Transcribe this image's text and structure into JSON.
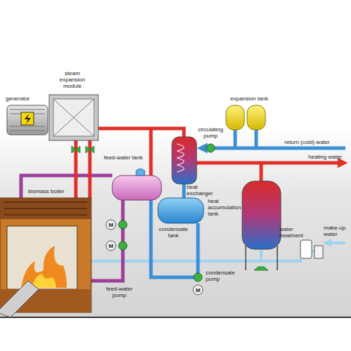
{
  "diagram": {
    "labels": [
      "generator",
      "steam expansion module",
      "expansion tank",
      "circulating pump",
      "return (cold) water",
      "heat exchanger",
      "heating water",
      "feed-water tank",
      "biomass boiler",
      "heat accumulation tank",
      "condensate tank",
      "feed-water pump",
      "condensate pump",
      "water treatment",
      "make-up water",
      "M",
      "M",
      "M"
    ]
  }
}
